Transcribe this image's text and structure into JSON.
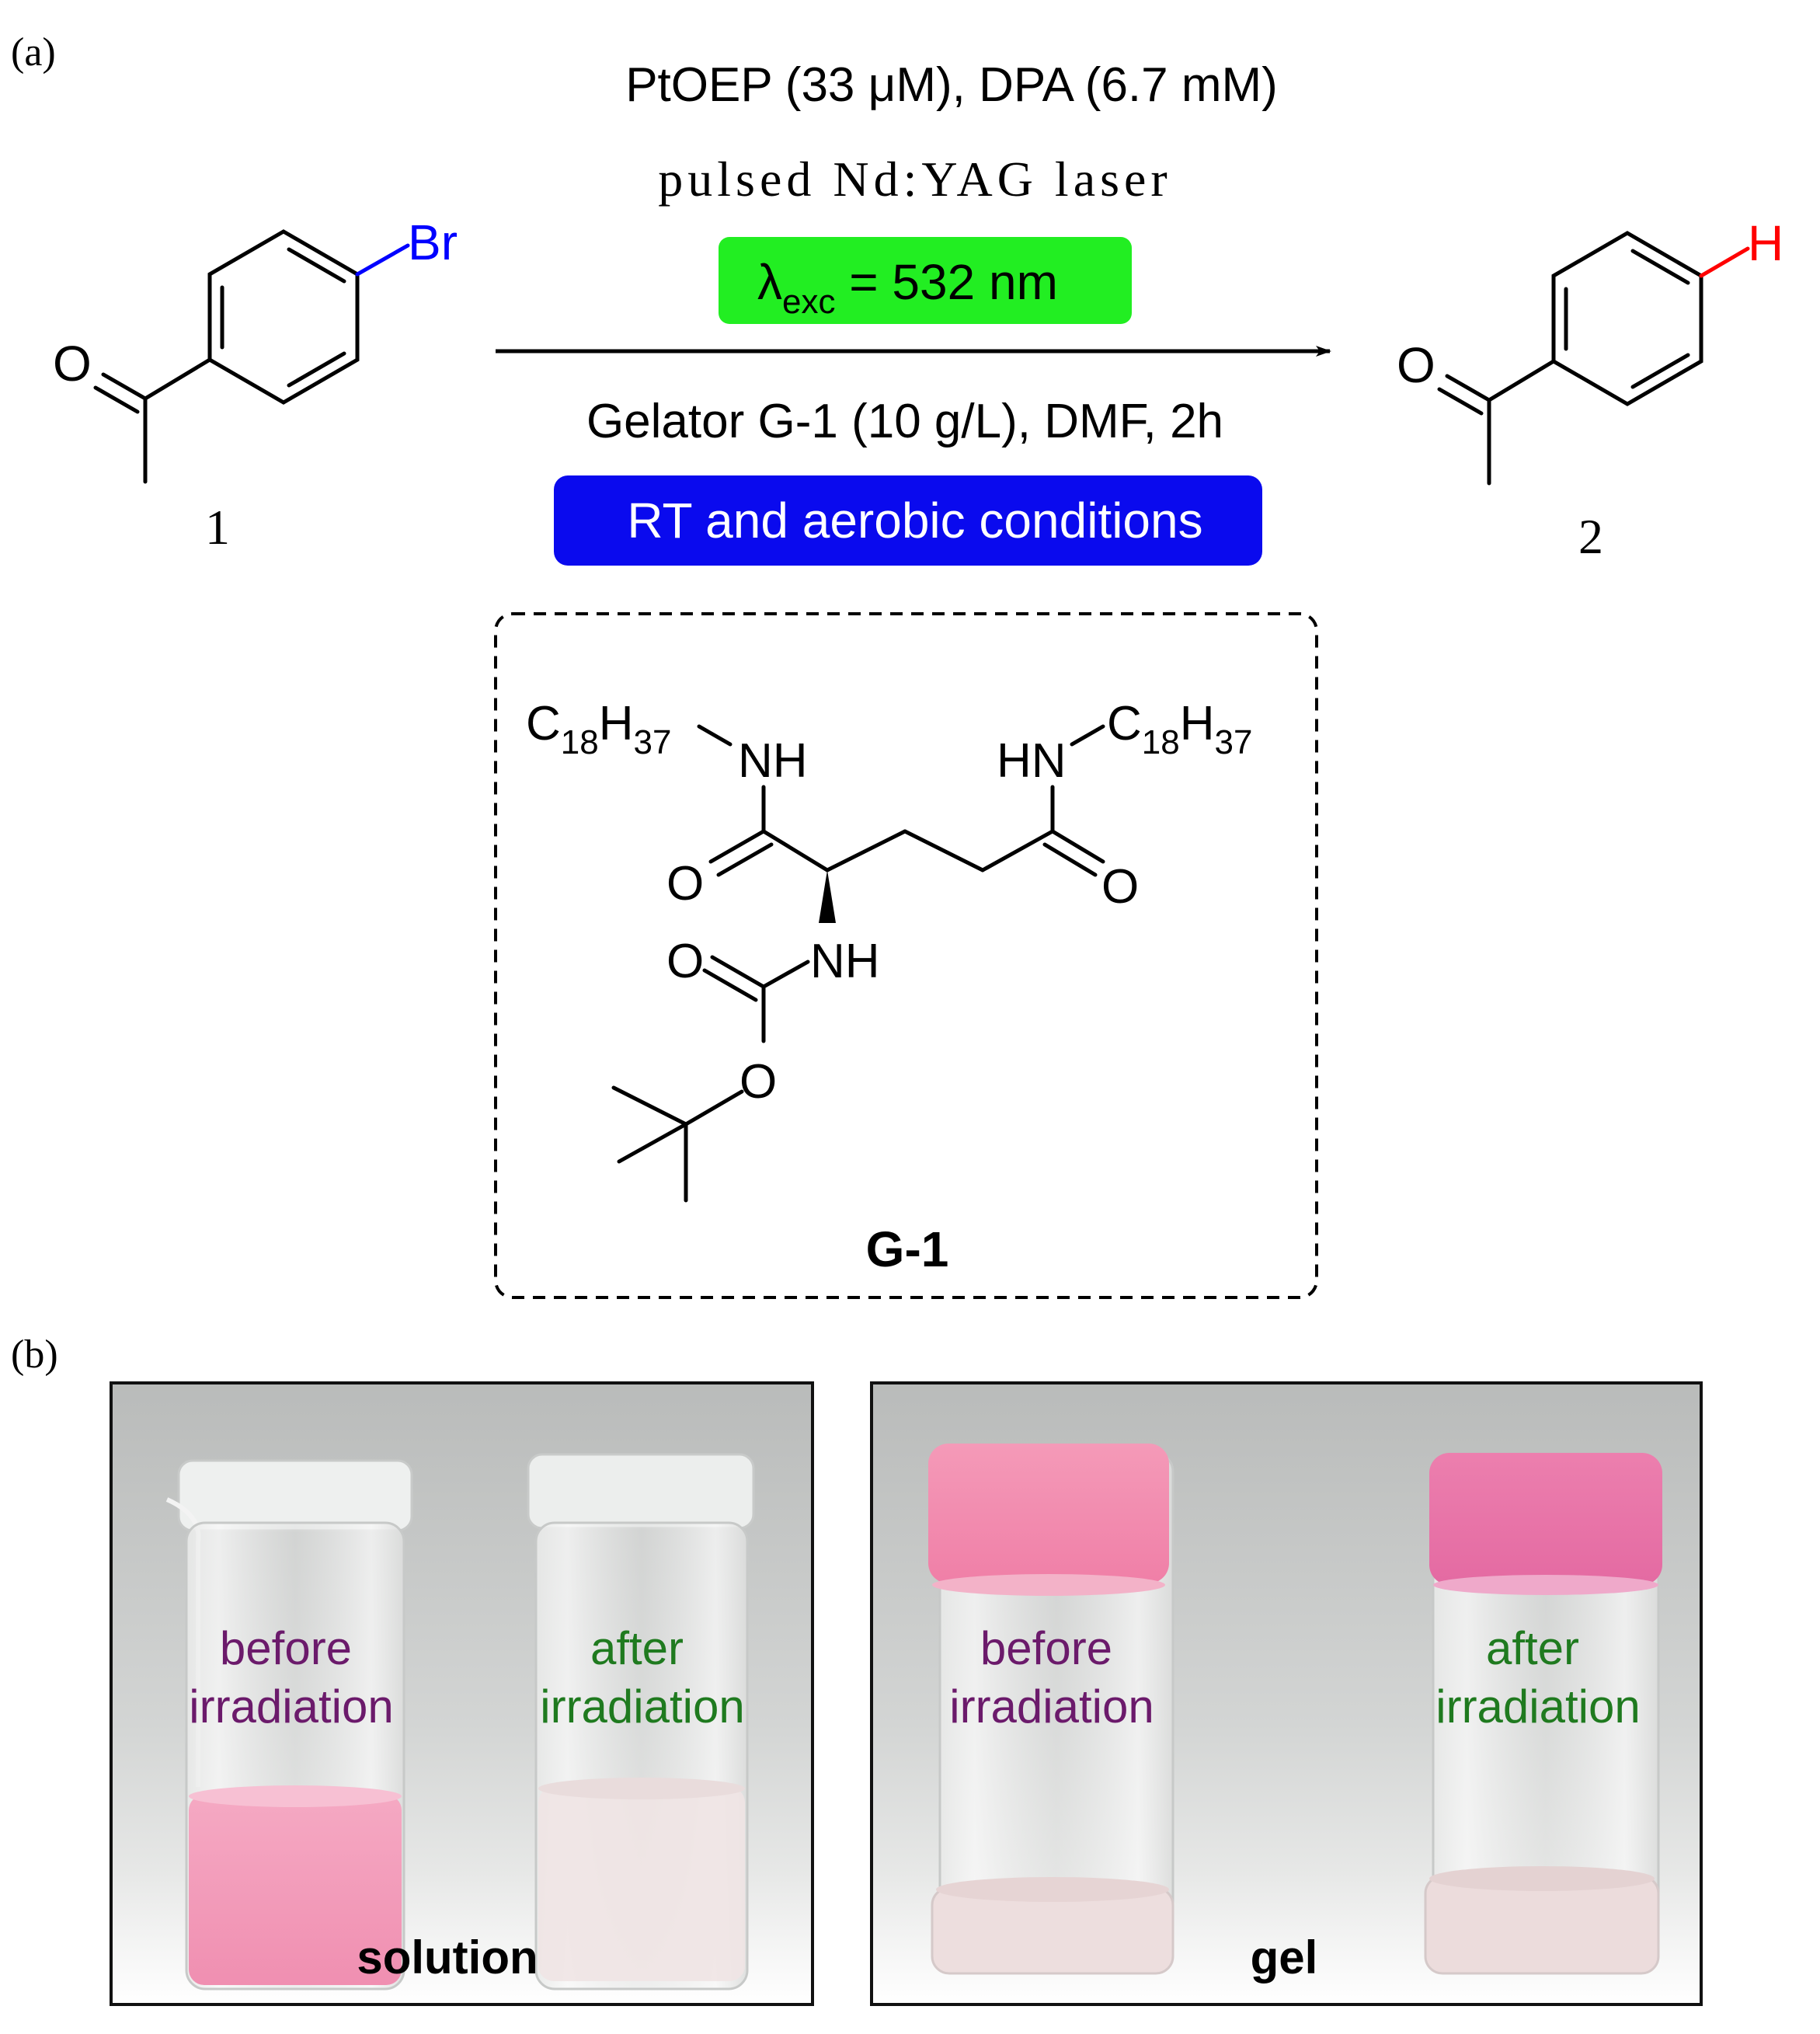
{
  "panel_a": {
    "label": "(a)",
    "conditions": {
      "line1": "PtOEP (33 μM), DPA (6.7 mM)",
      "line2": "pulsed Nd:YAG laser",
      "badge_green": {
        "lambda": "λ",
        "sub": "exc",
        "rest": " = 532 nm",
        "color": "#22ee22"
      },
      "line3": "Gelator G-1 (10 g/L), DMF, 2h",
      "badge_blue": {
        "text": "RT and aerobic conditions",
        "color": "#0a0aee"
      }
    },
    "reactant": {
      "number": "1",
      "substituent": "Br",
      "substituent_color": "#0000ff",
      "carbonyl": "O"
    },
    "product": {
      "number": "2",
      "substituent": "H",
      "substituent_color": "#ff0000",
      "carbonyl": "O"
    },
    "gelator": {
      "name": "G-1",
      "chain_left": {
        "c": "C",
        "c_sub": "18",
        "h": "H",
        "h_sub": "37"
      },
      "chain_right": {
        "c": "C",
        "c_sub": "18",
        "h": "H",
        "h_sub": "37"
      },
      "nh_left": "NH",
      "nh_right": "HN",
      "nh_center": "NH",
      "o_left": "O",
      "o_right": "O",
      "o_carbamate": "O",
      "o_ester": "O"
    }
  },
  "panel_b": {
    "label": "(b)",
    "photos": [
      {
        "caption": "solution",
        "left_label": [
          "before",
          "irradiation"
        ],
        "right_label": [
          "after",
          "irradiation"
        ],
        "left_color": "#6b1a6b",
        "right_color": "#1f7a1f"
      },
      {
        "caption": "gel",
        "left_label": [
          "before",
          "irradiation"
        ],
        "right_label": [
          "after",
          "irradiation"
        ],
        "left_color": "#6b1a6b",
        "right_color": "#1f7a1f"
      }
    ]
  }
}
